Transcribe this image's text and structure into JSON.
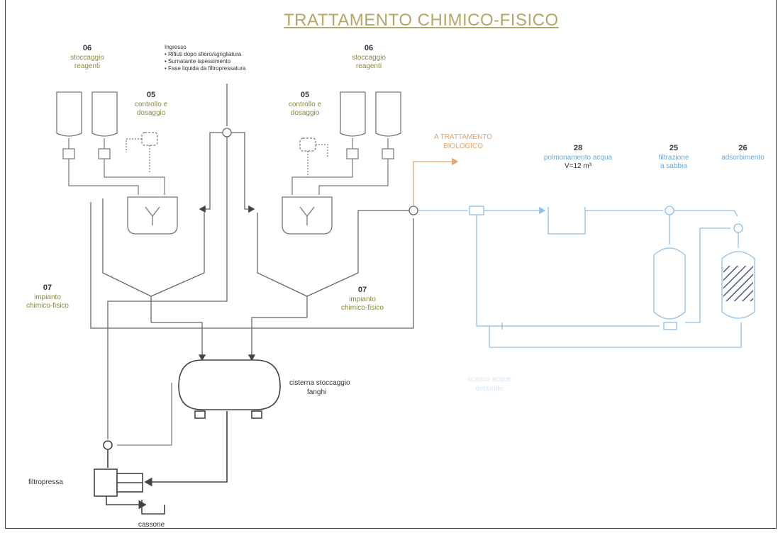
{
  "title": "TRATTAMENTO CHIMICO-FISICO",
  "labels": {
    "stoccaggio_left_num": "06",
    "stoccaggio_left_text_1": "stoccaggio",
    "stoccaggio_left_text_2": "reagenti",
    "controllo_left_num": "05",
    "controllo_left_text_1": "controllo e",
    "controllo_left_text_2": "dosaggio",
    "stoccaggio_right_num": "06",
    "stoccaggio_right_text_1": "stoccaggio",
    "stoccaggio_right_text_2": "reagenti",
    "controllo_right_num": "05",
    "controllo_right_text_1": "controllo e",
    "controllo_right_text_2": "dosaggio",
    "impianto_left_num": "07",
    "impianto_left_text_1": "impianto",
    "impianto_left_text_2": "chimico-fisico",
    "impianto_right_num": "07",
    "impianto_right_text_1": "impianto",
    "impianto_right_text_2": "chimico-fisico",
    "trattamento_biologico_1": "A TRATTAMENTO",
    "trattamento_biologico_2": "BIOLOGICO",
    "accumulo_num": "28",
    "accumulo_text": "polmonamento acqua",
    "accumulo_volume": "V=12 m³",
    "filtrazione_num": "25",
    "filtrazione_text_1": "filtrazione",
    "filtrazione_text_2": "a sabbia",
    "adsorbimento_num": "26",
    "adsorbimento_text": "adsorbimento",
    "silo_text_1": "cisterna stoccaggio",
    "silo_text_2": "fanghi",
    "filtropressa": "filtropressa",
    "cassone": "cassone",
    "scarico_text_1": "scarico acque",
    "scarico_text_2": "depurate"
  },
  "notes": {
    "heading": "Ingresso",
    "items": [
      "Rifiuti dopo sfioro/sgrigliatura",
      "Surnatante ispessimento",
      "Fase liquida da filtropressatura"
    ]
  },
  "colors": {
    "process_line": "#555555",
    "olive_text": "#8a8a3a",
    "biological_line": "#e8a36a",
    "water_line": "#8fbfe6",
    "water_text": "#6aa7d8",
    "title": "#b5a567"
  }
}
